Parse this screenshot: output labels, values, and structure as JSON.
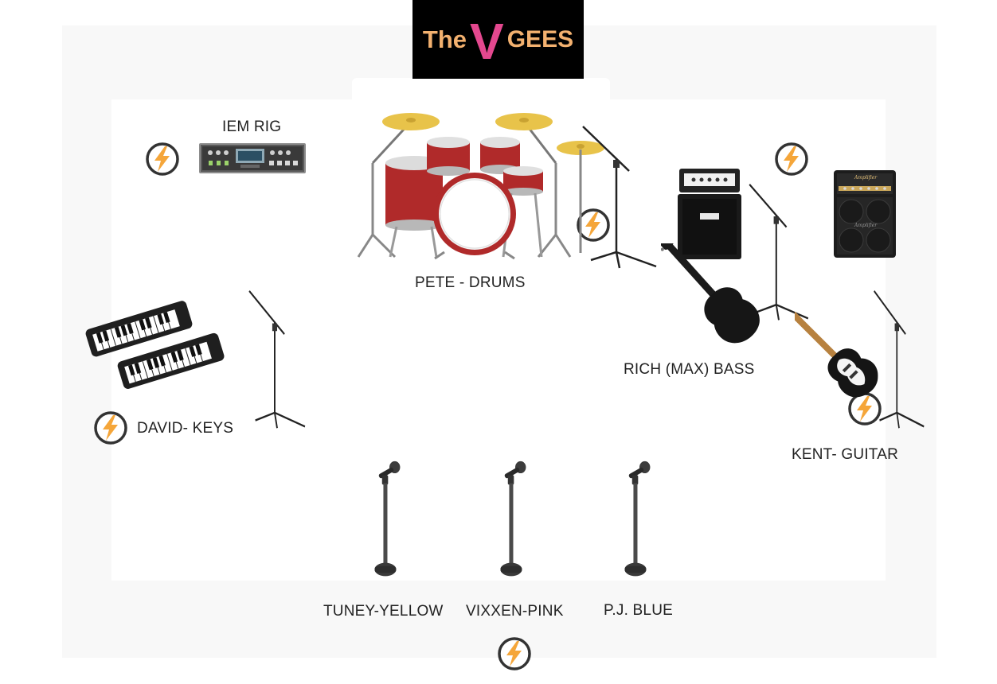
{
  "logo": {
    "word1": "The",
    "word2": "V",
    "word3": "GEES"
  },
  "labels": {
    "iem_rig": "IEM RIG",
    "drums": "PETE - DRUMS",
    "bass": "RICH (MAX) BASS",
    "keys": "DAVID- KEYS",
    "guitar": "KENT- GUITAR",
    "vocal_left": "TUNEY-YELLOW",
    "vocal_center": "VIXXEN-PINK",
    "vocal_right": "P.J. BLUE"
  },
  "amplifier_badge": "Amplifier",
  "colors": {
    "logo_bg": "#000000",
    "logo_text": "#f3b16f",
    "logo_v": "#e4488f",
    "power_bolt": "#f5a63a",
    "drum_shell": "#b02a2a",
    "cymbal": "#e8c34a"
  },
  "icons": {
    "power": "power-outlet-icon",
    "mic_stand": "boom-mic-stand-icon",
    "vocal_mic": "vocal-mic-stand-icon",
    "drum_kit": "drum-kit-icon",
    "keyboard": "keyboard-icon",
    "bass": "bass-guitar-icon",
    "guitar": "electric-guitar-icon",
    "amp": "amplifier-icon",
    "mixer": "mixer-rack-icon"
  }
}
